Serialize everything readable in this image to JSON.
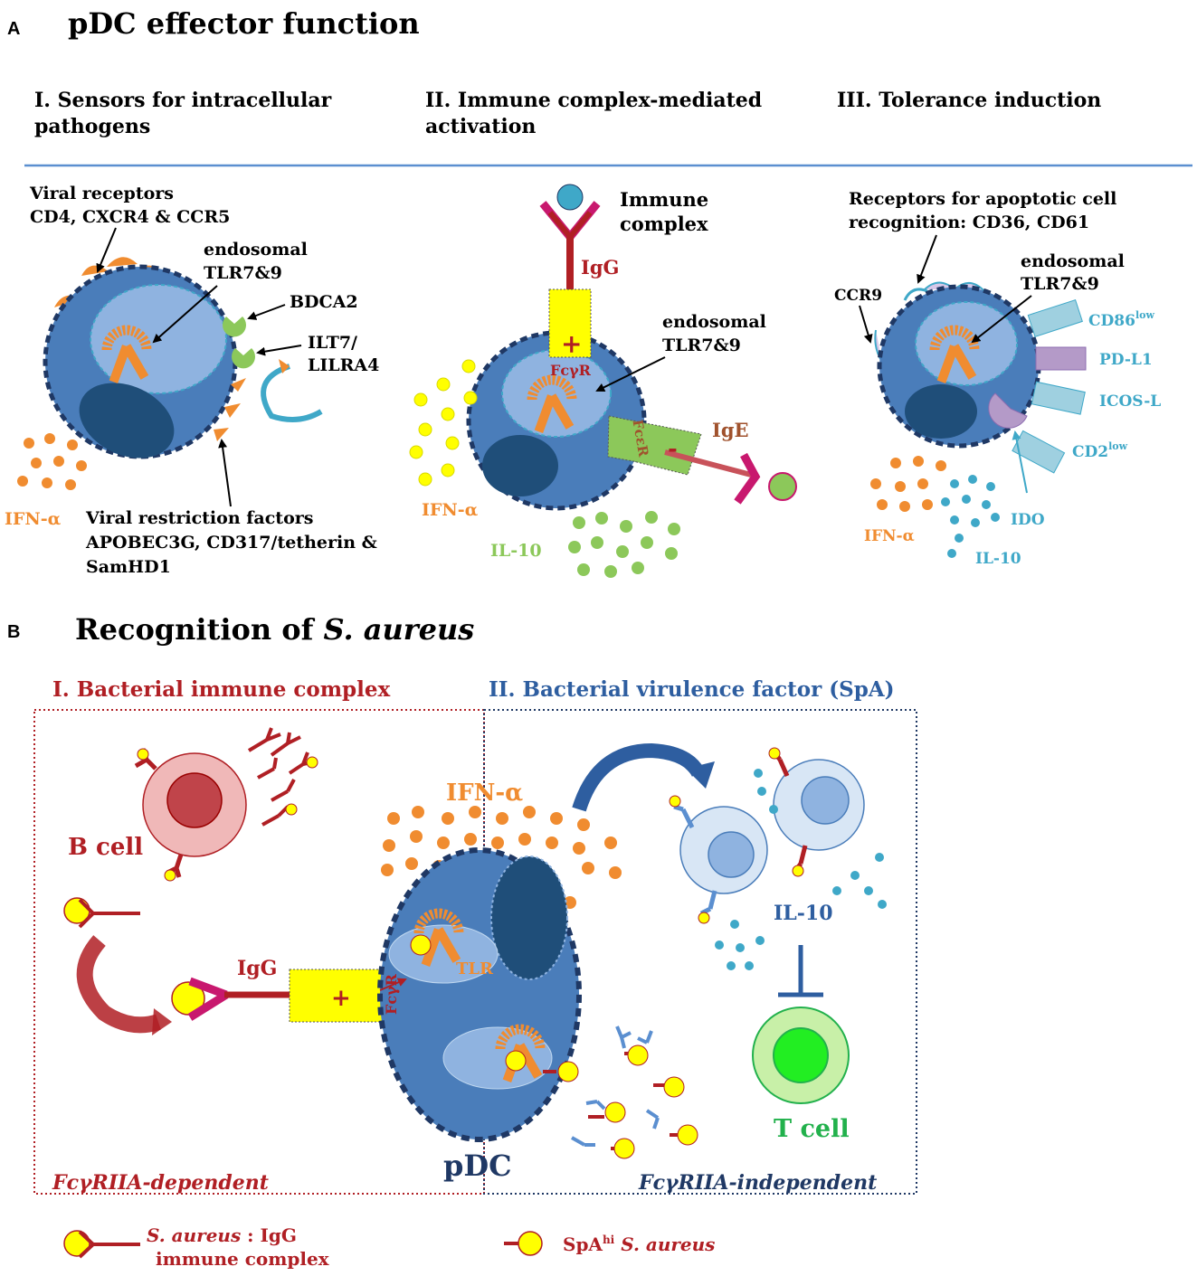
{
  "panel_a": {
    "letter": "A",
    "title": "pDC effector function",
    "col1": {
      "heading_l1": "I. Sensors for intracellular",
      "heading_l2": "pathogens"
    },
    "col2": {
      "heading_l1": "II. Immune complex-mediated",
      "heading_l2": "activation"
    },
    "col3": {
      "heading_l1": "III. Tolerance induction"
    },
    "sensors": {
      "viral_receptors_l1": "Viral receptors",
      "viral_receptors_l2": "CD4, CXCR4 & CCR5",
      "endosomal_l1": "endosomal",
      "endosomal_l2": "TLR7&9",
      "bdca2": "BDCA2",
      "ilt7_l1": "ILT7/",
      "ilt7_l2": "LILRA4",
      "ifn": "IFN-α",
      "restriction_l1": "Viral restriction factors",
      "restriction_l2": "APOBEC3G, CD317/tetherin &",
      "restriction_l3": "SamHD1"
    },
    "immune": {
      "complex_l1": "Immune",
      "complex_l2": "complex",
      "igg": "IgG",
      "plus": "+",
      "fcgr": "FcγR",
      "endosomal_l1": "endosomal",
      "endosomal_l2": "TLR7&9",
      "fcer": "FcεR",
      "minus": "-",
      "ige": "IgE",
      "ifn": "IFN-α",
      "il10": "IL-10"
    },
    "tolerance": {
      "receptors_l1": "Receptors for apoptotic cell",
      "receptors_l2": "recognition: CD36, CD61",
      "ccr9": "CCR9",
      "endosomal_l1": "endosomal",
      "endosomal_l2": "TLR7&9",
      "cd86": "CD86",
      "cd86_sup": "low",
      "pdl1": "PD-L1",
      "icosl": "ICOS-L",
      "cd2": "CD2",
      "cd2_sup": "low",
      "ido": "IDO",
      "ifn": "IFN-α",
      "il10": "IL-10"
    }
  },
  "panel_b": {
    "letter": "B",
    "title_plain": "Recognition of ",
    "title_italic": "S. aureus",
    "left_heading": "I. Bacterial immune complex",
    "right_heading": "II. Bacterial virulence factor (SpA)",
    "b_cell": "B cell",
    "ifn": "IFN-α",
    "igg": "IgG",
    "plus": "+",
    "fcgr": "FcγR",
    "tlr": "TLR",
    "il10": "IL-10",
    "t_cell": "T cell",
    "pdc": "pDC",
    "left_footer": "FcγRIIA-dependent",
    "right_footer": "FcγRIIA-independent",
    "legend_1_italic": "S. aureus",
    "legend_1_rest": " : IgG",
    "legend_1_l2": "immune complex",
    "legend_2_main": "SpA",
    "legend_2_sup": "hi",
    "legend_2_italic": " S. aureus"
  },
  "colors": {
    "cell_blue": "#4a7dba",
    "cell_border": "#1f3864",
    "endosome": "#8fb3e0",
    "tlr_orange": "#f08c30",
    "ab_red": "#b01f24",
    "ab_pink": "#c8186e",
    "fc_yellow": "#ffff00",
    "ige_green": "#8cc85a",
    "tolerance_teal": "#3fa8c8",
    "receptor_purple": "#b49ac8",
    "divider_blue": "#5b8fd0",
    "t_cell_green": "#22b14c"
  }
}
